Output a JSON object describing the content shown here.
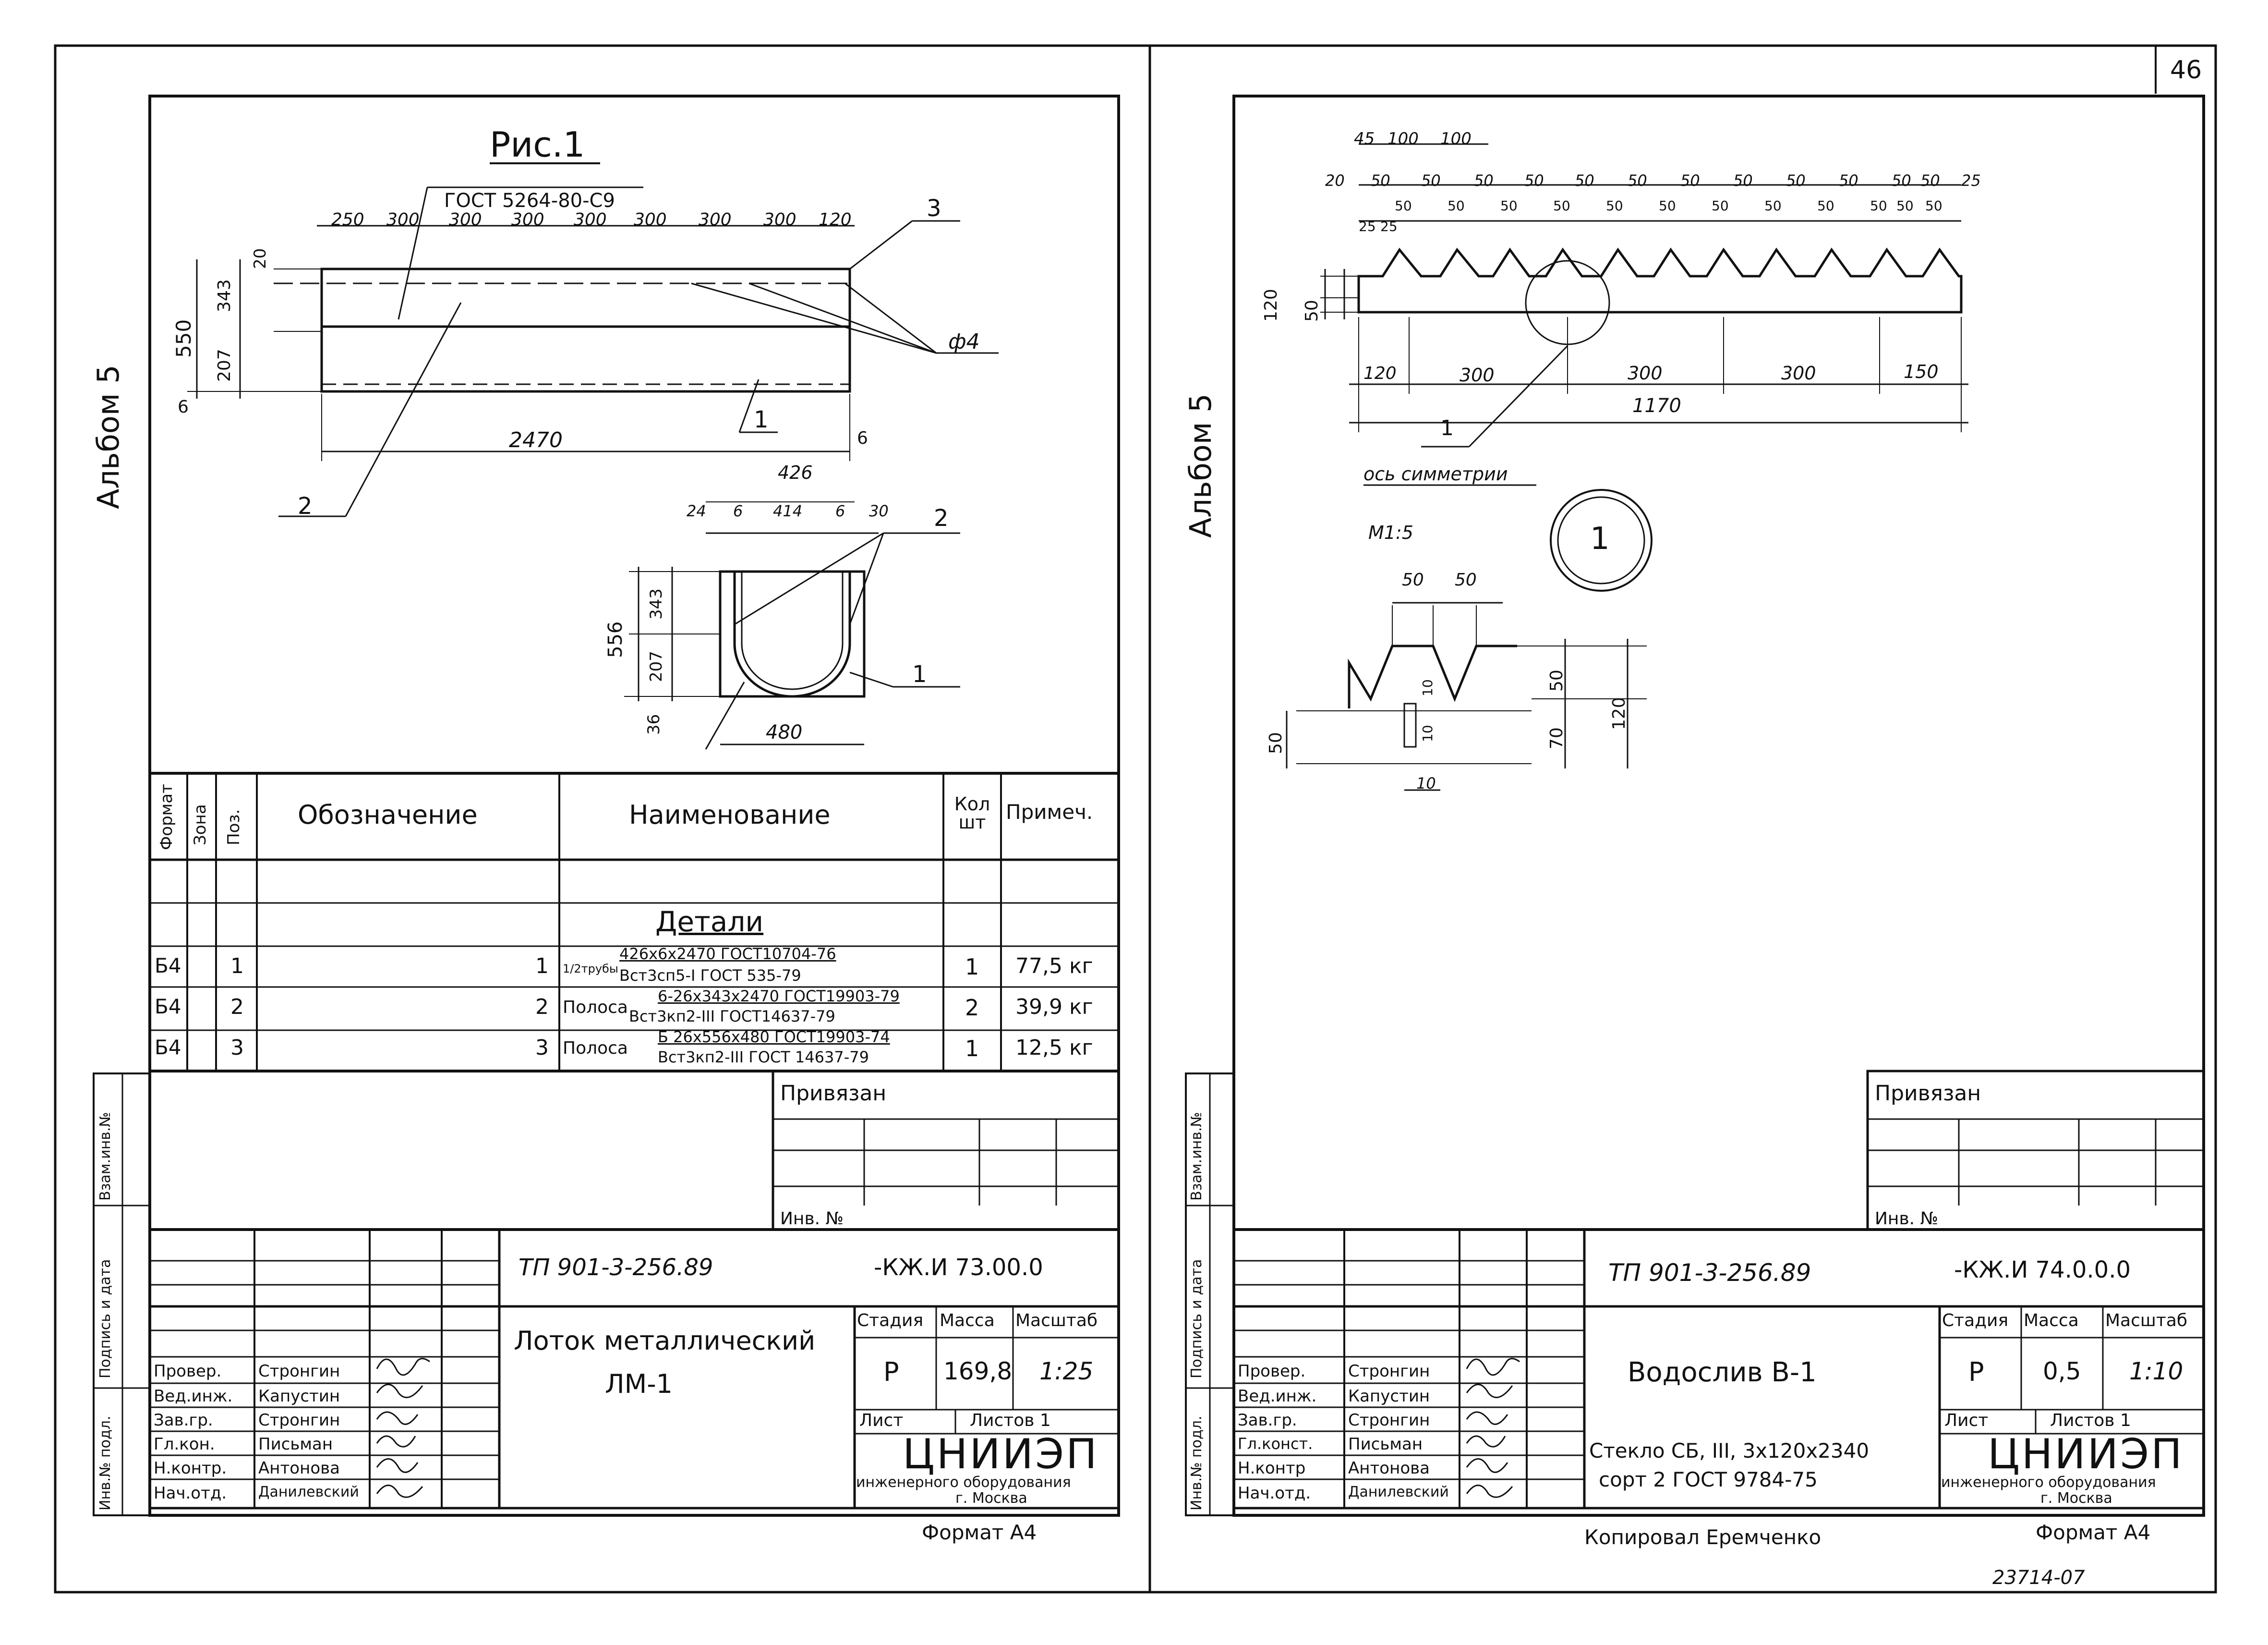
{
  "page_number": "46",
  "left_sheet": {
    "album": "Альбом 5",
    "figure_title": "Рис.1",
    "gost_note": "ГОСТ 5264-80-С9",
    "top_dims": [
      "250",
      "300",
      "300",
      "300",
      "300",
      "300",
      "300",
      "300",
      "120"
    ],
    "dim_20": "20",
    "dim_550": "550",
    "dim_207": "207",
    "dim_343": "343",
    "dim_6": "6",
    "dim_2470": "2470",
    "dim_phi4": "ф4",
    "callout_1": "1",
    "callout_2": "2",
    "callout_3": "3",
    "section_dims": {
      "w426": "426",
      "d24": "24",
      "d6a": "6",
      "w414": "414",
      "d6b": "6",
      "d30": "30",
      "h556": "556",
      "h207": "207",
      "h343": "343",
      "d36": "36",
      "w480": "480"
    },
    "spec_headers": {
      "format": "Формат",
      "zone": "Зона",
      "pos": "Поз.",
      "designation": "Обозначение",
      "name": "Наименование",
      "qty": "Кол шт",
      "note": "Примеч."
    },
    "section_title": "Детали",
    "spec_rows": [
      {
        "format": "Б4",
        "pos": "1",
        "des": "1",
        "name": "1/2трубы",
        "line1": "426х6х2470 ГОСТ10704-76",
        "line2": "Вст3сп5-I ГОСТ 535-79",
        "qty": "1",
        "note": "77,5 кг"
      },
      {
        "format": "Б4",
        "pos": "2",
        "des": "2",
        "name": "Полоса",
        "line1": "6-26х343х2470 ГОСТ19903-79",
        "line2": "Вст3кп2-III ГОСТ14637-79",
        "qty": "2",
        "note": "39,9 кг"
      },
      {
        "format": "Б4",
        "pos": "3",
        "des": "3",
        "name": "Полоса",
        "line1": "Б 26х556х480 ГОСТ19903-74",
        "line2": "Вст3кп2-III ГОСТ 14637-79",
        "qty": "1",
        "note": "12,5 кг"
      }
    ],
    "privyazan": "Привязан",
    "inv_no": "Инв. №",
    "side_labels": [
      "Взам.инв.№",
      "Подпись и дата",
      "Инв.№ подл."
    ],
    "title_block": {
      "code": "ТП 901-3-256.89",
      "mark": "-КЖ.И 73.00.0",
      "name_line1": "Лоток   металлический",
      "name_line2": "ЛМ-1",
      "stage_h": "Стадия",
      "mass_h": "Масса",
      "scale_h": "Масштаб",
      "stage": "Р",
      "mass": "169,8",
      "scale": "1:25",
      "sheet_h": "Лист",
      "sheets_h": "Листов 1",
      "org": "ЦНИИЭП",
      "org_sub1": "инженерного оборудования",
      "org_sub2": "г. Москва",
      "roles": [
        "Провер.",
        "Вед.инж.",
        "Зав.гр.",
        "Гл.кон.",
        "Н.контр.",
        "Нач.отд."
      ],
      "names": [
        "Стронгин",
        "Капустин",
        "Стронгин",
        "Письман",
        "Антонова",
        "Данилевский"
      ],
      "format": "Формат А4"
    }
  },
  "right_sheet": {
    "album": "Альбом 5",
    "top_dims_row1": [
      "45",
      "100",
      "100"
    ],
    "top_dims_row2": [
      "20",
      "50",
      "50",
      "50",
      "50",
      "50",
      "50",
      "50",
      "50",
      "50",
      "50",
      "50",
      "50",
      "25"
    ],
    "inner_dims": [
      "50",
      "50",
      "50",
      "50",
      "50",
      "50",
      "50",
      "50",
      "50",
      "50",
      "50",
      "50"
    ],
    "small_dims": [
      "25",
      "25"
    ],
    "dim_120": "120",
    "dim_50": "50",
    "bottom_dims": [
      "120",
      "300",
      "300",
      "300",
      "150"
    ],
    "dim_1170": "1170",
    "callout_1": "1",
    "axis_label": "ось симметрии",
    "detail_scale": "М1:5",
    "detail_mark": "1",
    "detail_dims": {
      "top1": "50",
      "top2": "50",
      "h10a": "10",
      "h10b": "10",
      "w10": "10",
      "left50": "50",
      "r50": "50",
      "r70": "70",
      "r120": "120"
    },
    "privyazan": "Привязан",
    "inv_no": "Инв. №",
    "side_labels": [
      "Взам.инв.№",
      "Подпись и дата",
      "Инв.№ подл."
    ],
    "title_block": {
      "code": "ТП 901-3-256.89",
      "mark": "-КЖ.И 74.0.0.0",
      "name": "Водослив   В-1",
      "material_line1": "Стекло СБ, III, 3х120х2340",
      "material_line2": "сорт 2   ГОСТ 9784-75",
      "stage_h": "Стадия",
      "mass_h": "Масса",
      "scale_h": "Масштаб",
      "stage": "Р",
      "mass": "0,5",
      "scale": "1:10",
      "sheet_h": "Лист",
      "sheets_h": "Листов 1",
      "org": "ЦНИИЭП",
      "org_sub1": "инженерного оборудования",
      "org_sub2": "г. Москва",
      "roles": [
        "Провер.",
        "Вед.инж.",
        "Зав.гр.",
        "Гл.конст.",
        "Н.контр",
        "Нач.отд."
      ],
      "names": [
        "Стронгин",
        "Капустин",
        "Стронгин",
        "Письман",
        "Антонова",
        "Данилевский"
      ],
      "format": "Формат А4"
    },
    "copied_by": "Копировал  Еремченко",
    "sheet_id": "23714-07"
  }
}
